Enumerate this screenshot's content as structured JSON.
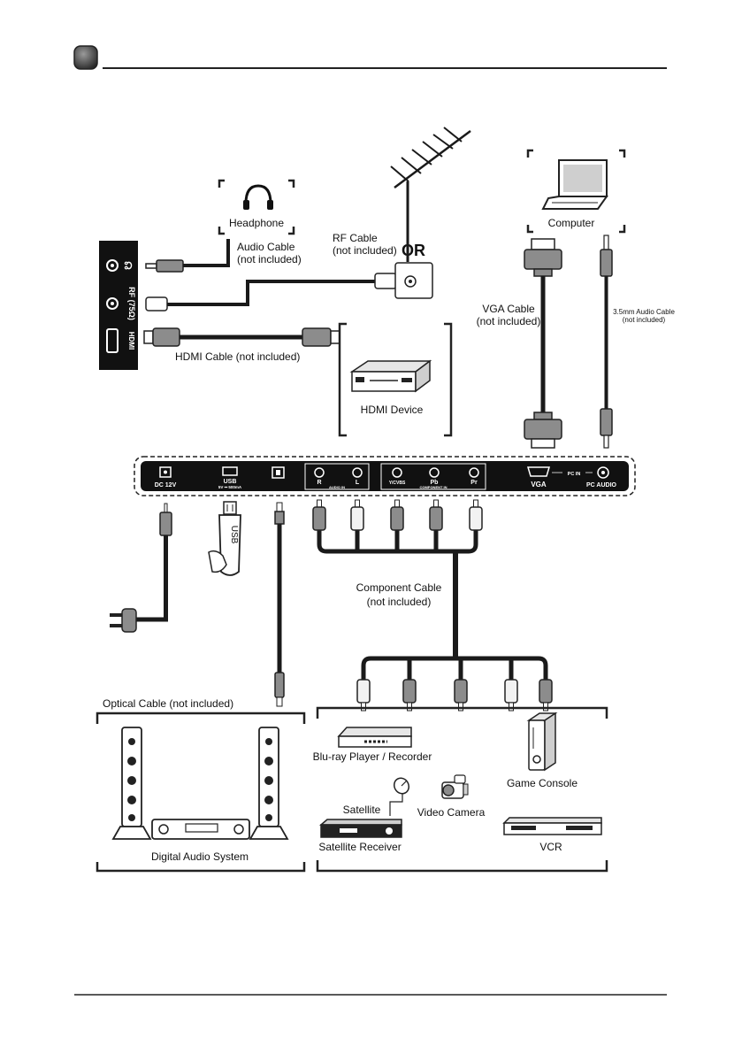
{
  "side_panel": {
    "rf_label": "RF (75Ω)",
    "hdmi_label": "HDMI"
  },
  "labels": {
    "headphone": "Headphone",
    "audio_cable": "Audio Cable",
    "audio_cable_note": "(not included)",
    "rf_cable": "RF Cable",
    "rf_cable_note": "(not included)",
    "or": "OR",
    "computer": "Computer",
    "vga_cable": "VGA Cable",
    "vga_cable_note": "(not included)",
    "audio_35_cable": "3.5mm Audio Cable",
    "audio_35_note": "(not included)",
    "hdmi_cable": "HDMI Cable (not included)",
    "hdmi_device": "HDMI Device",
    "component_cable": "Component Cable",
    "component_note": "(not included)",
    "optical_cable": "Optical Cable (not included)",
    "digital_audio": "Digital Audio System",
    "bluray": "Blu-ray Player / Recorder",
    "game_console": "Game Console",
    "satellite": "Satellite",
    "video_camera": "Video Camera",
    "satellite_receiver": "Satellite Receiver",
    "vcr": "VCR",
    "usb_plug": "USB"
  },
  "panel": {
    "dc": "DC 12V",
    "usb": "USB",
    "usb_spec": "5V ⎓ 500mA",
    "audio_r": "R",
    "audio_l": "L",
    "audio_in": "AUDIO IN",
    "y_cvbs": "Y/CVBS",
    "pb": "Pb",
    "pr": "Pr",
    "component_in": "COMPONENT IN",
    "vga": "VGA",
    "pc_in": "PC IN",
    "pc_audio": "PC AUDIO"
  },
  "colors": {
    "cable": "#1a1a1a",
    "panel": "#111111",
    "plug_white": "#f2f2f2",
    "plug_grey": "#8c8c8c"
  }
}
